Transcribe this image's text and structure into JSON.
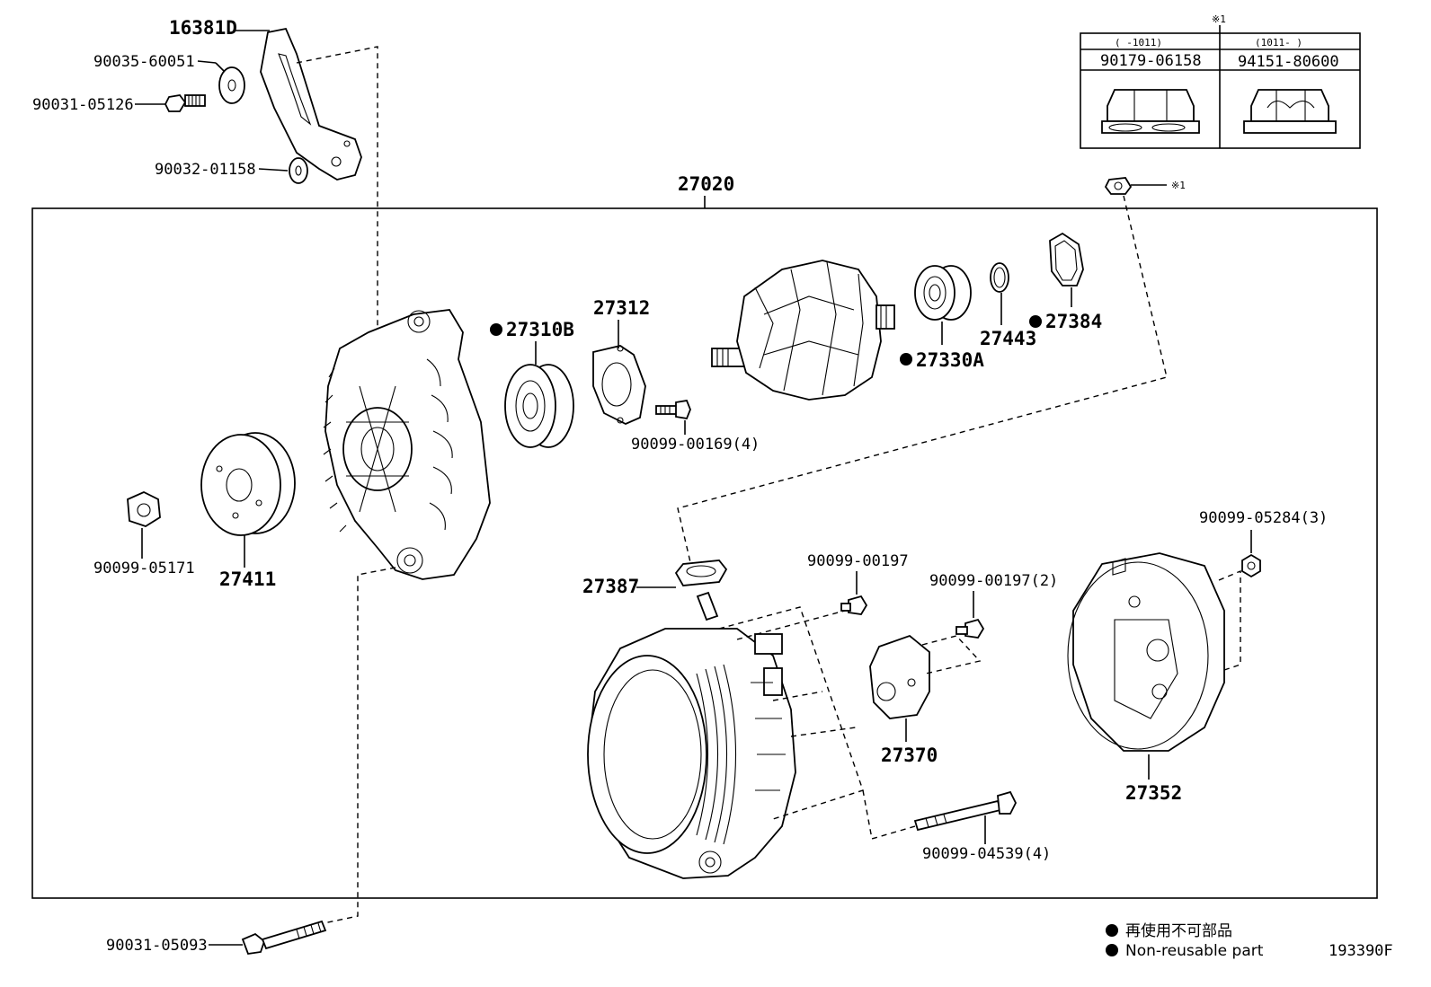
{
  "labels": {
    "p16381D": "16381D",
    "p90035_60051": "90035-60051",
    "p90031_05126": "90031-05126",
    "p90032_01158": "90032-01158",
    "p27020": "27020",
    "p27310B": "27310B",
    "p27312": "27312",
    "p90099_00169": "90099-00169(4)",
    "p27330A": "27330A",
    "p27443": "27443",
    "p27384": "27384",
    "p90099_05171": "90099-05171",
    "p27411": "27411",
    "p27387": "27387",
    "p90099_00197a": "90099-00197",
    "p90099_00197b": "90099-00197(2)",
    "p90099_05284": "90099-05284(3)",
    "p27370": "27370",
    "p27352": "27352",
    "p90099_04539": "90099-04539(4)",
    "p90031_05093": "90031-05093",
    "note_mark": "※1"
  },
  "variant_table": {
    "mark": "※1",
    "col1_range": "(     -1011)",
    "col2_range": "(1011-     )",
    "col1_part": "90179-06158",
    "col2_part": "94151-80600"
  },
  "legend": {
    "line1": "再使用不可部品",
    "line2": "Non-reusable part"
  },
  "diagram_id": "193390F"
}
